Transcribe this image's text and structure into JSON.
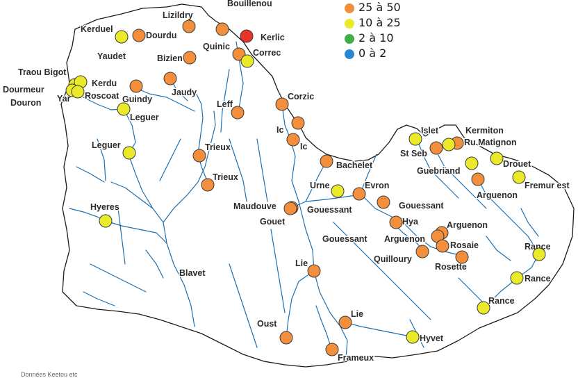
{
  "legend": {
    "items": [
      {
        "label": "25 à 50",
        "color": "#f28e3c"
      },
      {
        "label": "10 à 25",
        "color": "#eaea2a"
      },
      {
        "label": "2 à 10",
        "color": "#3fae49"
      },
      {
        "label": "0 à 2",
        "color": "#2a87d0"
      }
    ]
  },
  "extra_colors": {
    "high": "#e8332b",
    "river": "#1f6fae",
    "outline": "#1a1a1a"
  },
  "stations": [
    {
      "name": "Lizildry",
      "cls": "25 à 50"
    },
    {
      "name": "Bouillenou",
      "cls": "25 à 50"
    },
    {
      "name": "Kerlic",
      "cls": "high"
    },
    {
      "name": "Kerduel",
      "cls": "10 à 25"
    },
    {
      "name": "Dourdu",
      "cls": "25 à 50"
    },
    {
      "name": "Quinic",
      "cls": "25 à 50"
    },
    {
      "name": "Correc",
      "cls": "10 à 25"
    },
    {
      "name": "Yaudet",
      "cls": "none"
    },
    {
      "name": "Bizien",
      "cls": "25 à 50"
    },
    {
      "name": "Traou Bigot",
      "cls": "10 à 25"
    },
    {
      "name": "Kerdu",
      "cls": "10 à 25"
    },
    {
      "name": "Dourmeur",
      "cls": "10 à 25"
    },
    {
      "name": "Roscoat",
      "cls": "25 à 50"
    },
    {
      "name": "Jaudy",
      "cls": "25 à 50"
    },
    {
      "name": "Yar",
      "cls": "10 à 25"
    },
    {
      "name": "Guindy",
      "cls": "none"
    },
    {
      "name": "Douron",
      "cls": "none"
    },
    {
      "name": "Corzic",
      "cls": "25 à 50"
    },
    {
      "name": "Leff",
      "cls": "25 à 50"
    },
    {
      "name": "Leguer",
      "cls": "10 à 25"
    },
    {
      "name": "Ic",
      "cls": "25 à 50"
    },
    {
      "name": "Ic",
      "cls": "25 à 50"
    },
    {
      "name": "Kermiton",
      "cls": "25 à 50"
    },
    {
      "name": "Islet",
      "cls": "10 à 25"
    },
    {
      "name": "Ru Matignon",
      "cls": "10 à 25"
    },
    {
      "name": "St Seb",
      "cls": "25 à 50"
    },
    {
      "name": "Leguer",
      "cls": "10 à 25"
    },
    {
      "name": "Trieux",
      "cls": "25 à 50"
    },
    {
      "name": "Drouet",
      "cls": "10 à 25"
    },
    {
      "name": "Guebriand",
      "cls": "10 à 25"
    },
    {
      "name": "Bachelet",
      "cls": "25 à 50"
    },
    {
      "name": "Trieux",
      "cls": "25 à 50"
    },
    {
      "name": "Fremur est",
      "cls": "10 à 25"
    },
    {
      "name": "Arguenon",
      "cls": "25 à 50"
    },
    {
      "name": "Urne",
      "cls": "10 à 25"
    },
    {
      "name": "Evron",
      "cls": "25 à 50"
    },
    {
      "name": "Gouessant",
      "cls": "none"
    },
    {
      "name": "Gouessant",
      "cls": "25 à 50"
    },
    {
      "name": "Maudouve",
      "cls": "25 à 50"
    },
    {
      "name": "Hyeres",
      "cls": "10 à 25"
    },
    {
      "name": "Hya",
      "cls": "25 à 50"
    },
    {
      "name": "Gouet",
      "cls": "25 à 50"
    },
    {
      "name": "Arguenon",
      "cls": "25 à 50"
    },
    {
      "name": "Gouessant",
      "cls": "none"
    },
    {
      "name": "Arguenon",
      "cls": "25 à 50"
    },
    {
      "name": "Rosaie",
      "cls": "25 à 50"
    },
    {
      "name": "Rance",
      "cls": "10 à 25"
    },
    {
      "name": "Quilloury",
      "cls": "25 à 50"
    },
    {
      "name": "Rosette",
      "cls": "25 à 50"
    },
    {
      "name": "Lie",
      "cls": "25 à 50"
    },
    {
      "name": "Blavet",
      "cls": "none"
    },
    {
      "name": "Rance",
      "cls": "10 à 25"
    },
    {
      "name": "Rance",
      "cls": "10 à 25"
    },
    {
      "name": "Lie",
      "cls": "25 à 50"
    },
    {
      "name": "Oust",
      "cls": "25 à 50"
    },
    {
      "name": "Hyvet",
      "cls": "10 à 25"
    },
    {
      "name": "Frameux",
      "cls": "25 à 50"
    }
  ],
  "source_text": "Données Keetou etc"
}
